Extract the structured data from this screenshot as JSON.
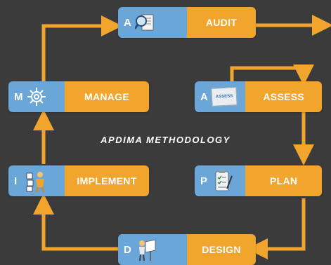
{
  "title": "APDIMA METHODOLOGY",
  "colors": {
    "background": "#3b3b3b",
    "blue": "#6aa6d8",
    "orange": "#f2a52d",
    "line": "#f2a52d"
  },
  "steps": {
    "audit": {
      "letter": "A",
      "label": "AUDIT",
      "icon": "magnifier-document-icon"
    },
    "assess": {
      "letter": "A",
      "label": "ASSESS",
      "icon": "assess-note-icon",
      "icon_text": "ASSESS"
    },
    "plan": {
      "letter": "P",
      "label": "PLAN",
      "icon": "clipboard-checklist-icon"
    },
    "design": {
      "letter": "D",
      "label": "DESIGN",
      "icon": "drafting-table-icon"
    },
    "implement": {
      "letter": "I",
      "label": "IMPLEMENT",
      "icon": "worker-building-icon"
    },
    "manage": {
      "letter": "M",
      "label": "MANAGE",
      "icon": "gear-icon"
    }
  }
}
